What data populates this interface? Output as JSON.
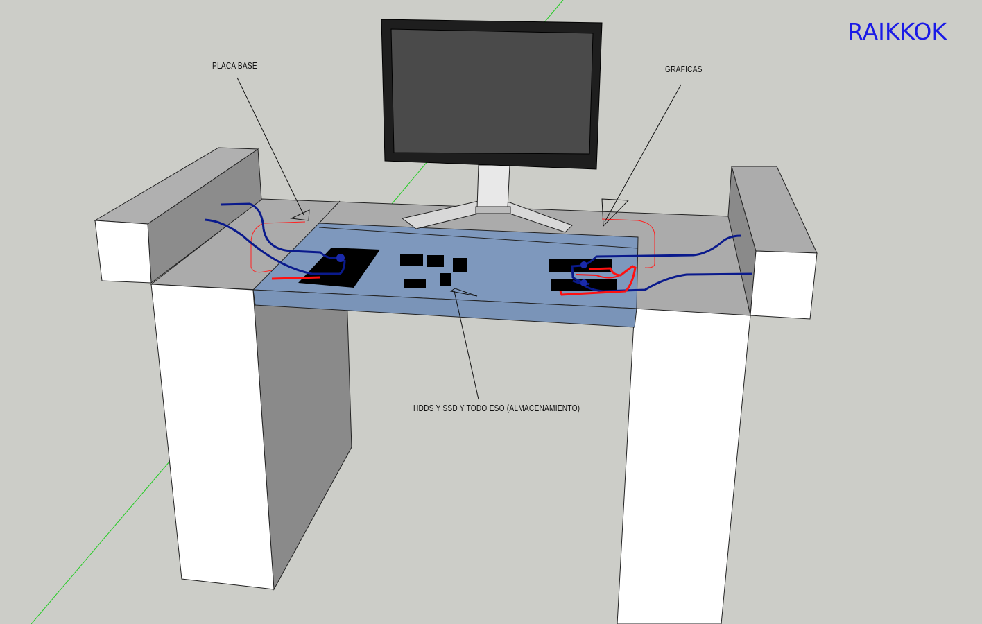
{
  "brand": "RAIKKOK",
  "labels": {
    "motherboard": "PLACA BASE",
    "graphics": "GRAFICAS",
    "storage": "HDDS Y SSD Y TODO ESO (ALMACENAMIENTO)"
  },
  "colors": {
    "background": "#cccdc8",
    "panel": "#7e98bd",
    "brand": "#1a1ae6",
    "cable_blue": "#0a1a8c",
    "cable_red": "#ff1010",
    "axis_green": "#22cc22"
  }
}
